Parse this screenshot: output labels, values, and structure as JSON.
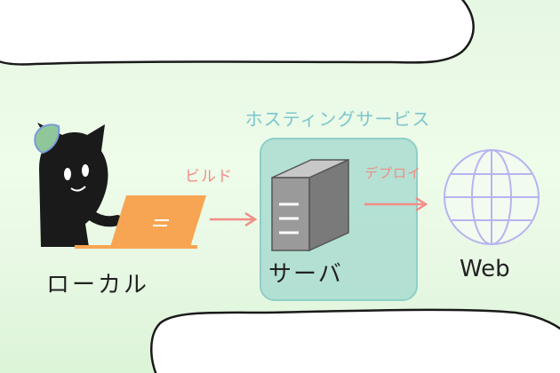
{
  "labels": {
    "hosting_service": "ホスティングサービス",
    "build": "ビルド",
    "deploy": "デプロイ",
    "local": "ローカル",
    "server": "サーバ",
    "web": "Web"
  },
  "colors": {
    "background": "#e8f8e4",
    "hosting_box_fill": "#a9dccf",
    "hosting_box_stroke": "#8fcfc9",
    "accent_text": "#7cc6cc",
    "arrow": "#f28c86",
    "laptop": "#f7a553",
    "globe": "#b7b3f0",
    "server_body": "#9a9a9a"
  }
}
